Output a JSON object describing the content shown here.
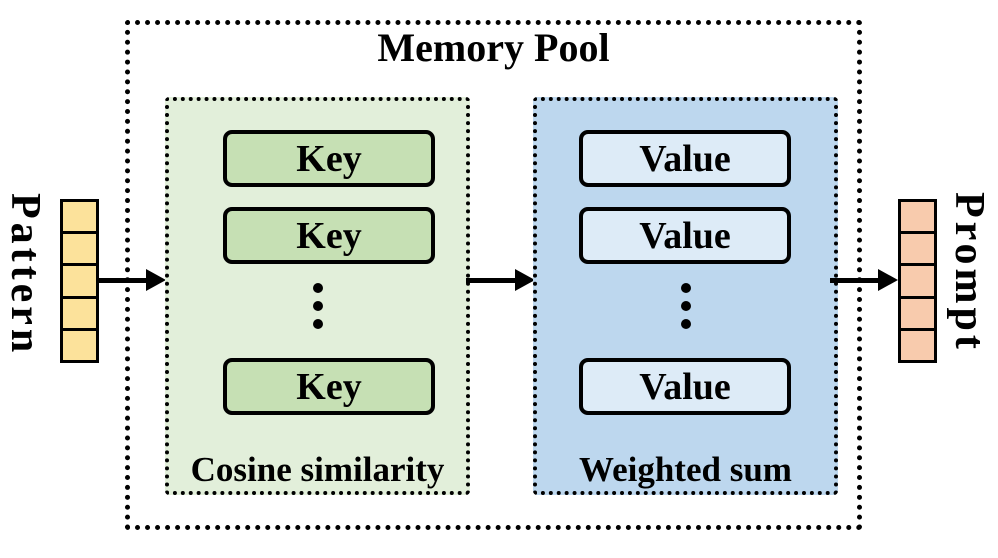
{
  "diagram": {
    "title": "Memory Pool",
    "input_vector": {
      "label": "Pattern",
      "cell_count": 5,
      "cell_color": "#FCE29B"
    },
    "output_vector": {
      "label": "Prompt",
      "cell_count": 5,
      "cell_color": "#F8CBAD"
    },
    "key_panel": {
      "caption": "Cosine similarity",
      "items": [
        "Key",
        "Key",
        "Key"
      ],
      "ellipsis_icon": "vertical-ellipsis",
      "background": "#E2EFDA",
      "item_fill": "#C6E0B4"
    },
    "value_panel": {
      "caption": "Weighted sum",
      "items": [
        "Value",
        "Value",
        "Value"
      ],
      "ellipsis_icon": "vertical-ellipsis",
      "background": "#BDD7EE",
      "item_fill": "#DDEBF7"
    },
    "colors": {
      "border": "#000000",
      "outer_background": "#ffffff"
    }
  }
}
